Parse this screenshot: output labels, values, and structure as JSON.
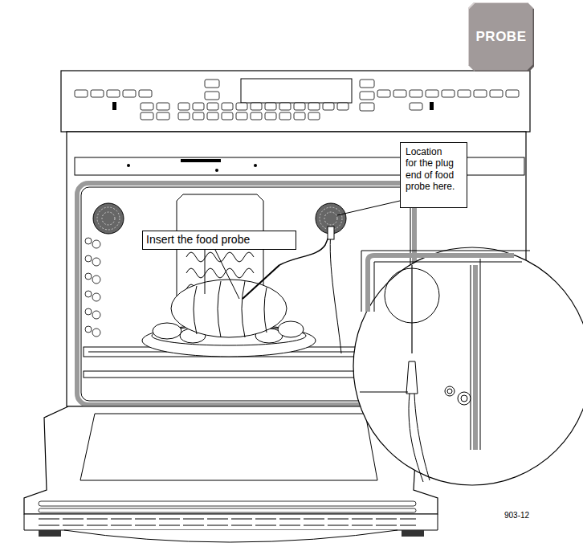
{
  "diagram": {
    "nodes": [
      {
        "text": [
          "PROBE"
        ]
      },
      {
        "text": [
          "Location for the plug end of food probe here."
        ]
      },
      {
        "text": [
          "Insert the food probe"
        ]
      }
    ],
    "labels": [
      "903-12"
    ]
  }
}
